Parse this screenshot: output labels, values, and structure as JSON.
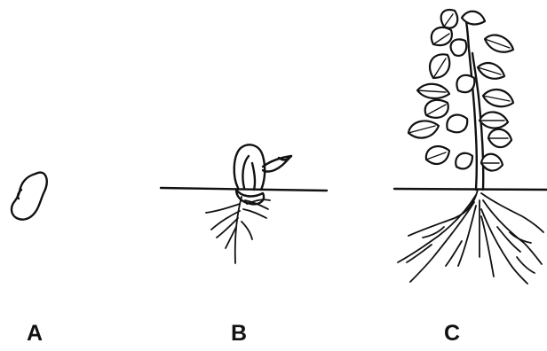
{
  "stages": [
    {
      "id": "seed",
      "label": "A"
    },
    {
      "id": "seedling",
      "label": "B"
    },
    {
      "id": "plant",
      "label": "C"
    }
  ]
}
